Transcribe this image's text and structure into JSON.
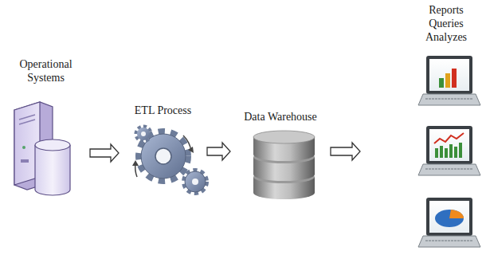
{
  "diagram": {
    "nodes": [
      {
        "text": [
          "Operational Systems"
        ]
      },
      {
        "text": [
          "ETL Process"
        ]
      },
      {
        "text": [
          "Data Warehouse"
        ]
      },
      {
        "text": [
          "Reports Queries Analyzes"
        ]
      }
    ],
    "edges": [
      {
        "from": 0,
        "to": 1,
        "arrow": "to"
      },
      {
        "from": 1,
        "to": 2,
        "arrow": "to"
      },
      {
        "from": 2,
        "to": 3,
        "arrow": "to"
      }
    ]
  }
}
